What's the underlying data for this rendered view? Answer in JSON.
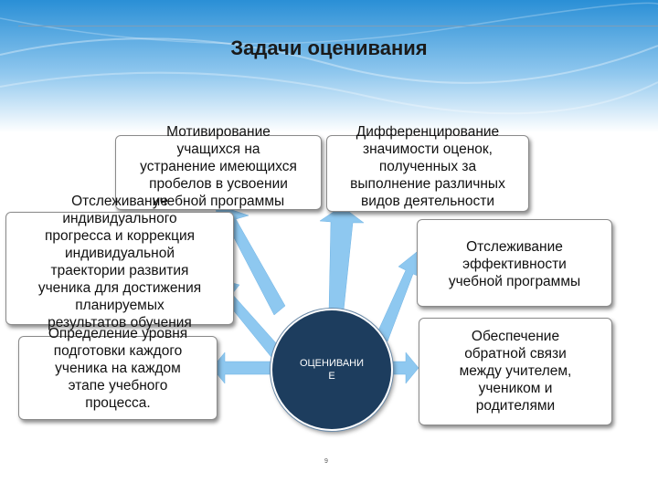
{
  "title": "Задачи оценивания",
  "center": {
    "label": "ОЦЕНИВАНИ\nЕ"
  },
  "boxes": {
    "motivation": "Мотивирование\nучащихся на\nустранение имеющихся\nпробелов в усвоении\nучебной программы",
    "differentiation": "Дифференцирование\nзначимости оценок,\nполученных за\nвыполнение различных\nвидов деятельности",
    "tracking_progress": "Отслеживание\nиндивидуального\nпрогресса и коррекция\nиндивидуальной\nтраектории развития\nученика для достижения\nпланируемых\nрезультатов обучения",
    "definition": "Определение уровня\nподготовки каждого\nученика на каждом\nэтапе учебного\nпроцесса.",
    "efficiency": "Отслеживание\nэффективности\nучебной программы",
    "feedback": "Обеспечение\nобратной связи\nмежду учителем,\nучеником и\nродителями"
  },
  "page_number": "9",
  "colors": {
    "header_gradient_top": "#2a8fd6",
    "header_gradient_bottom": "#ffffff",
    "arrow": "#8ec8f0",
    "center_fill": "#1d3d5e"
  }
}
